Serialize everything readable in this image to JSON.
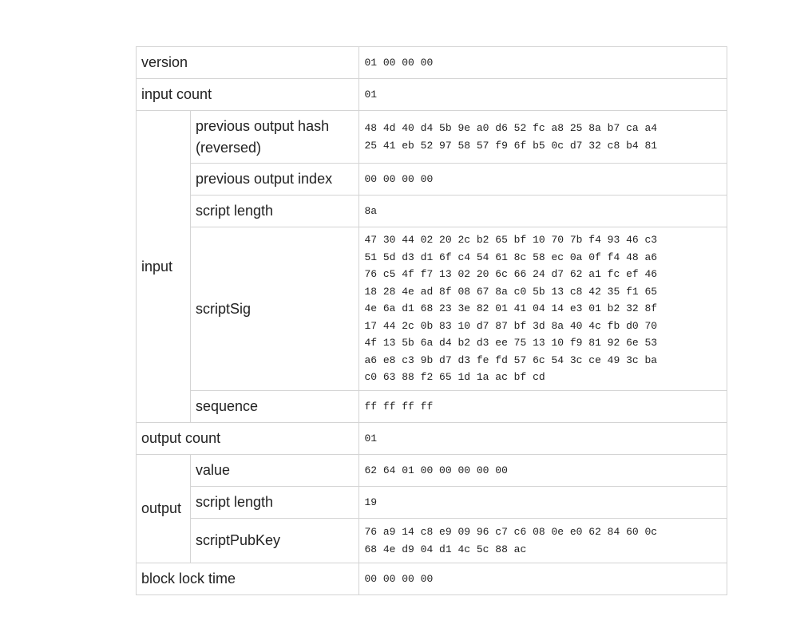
{
  "rows": {
    "version": {
      "label": "version",
      "hex": [
        "01 00 00 00"
      ]
    },
    "input_count": {
      "label": "input count",
      "hex": [
        "01"
      ]
    },
    "input": {
      "label": "input",
      "prev_hash": {
        "label_line1": "previous output hash",
        "label_line2": "(reversed)",
        "hex": [
          "48 4d 40 d4 5b 9e a0 d6 52 fc a8 25 8a b7 ca a4",
          "25 41 eb 52 97 58 57 f9 6f b5 0c d7 32 c8 b4 81"
        ]
      },
      "prev_index": {
        "label": "previous output index",
        "hex": [
          "00 00 00 00"
        ]
      },
      "script_length": {
        "label": "script length",
        "hex": [
          "8a"
        ]
      },
      "script_sig": {
        "label": "scriptSig",
        "hex": [
          "47 30 44 02 20 2c b2 65 bf 10 70 7b f4 93 46 c3",
          "51 5d d3 d1 6f c4 54 61 8c 58 ec 0a 0f f4 48 a6",
          "76 c5 4f f7 13 02 20 6c 66 24 d7 62 a1 fc ef 46",
          "18 28 4e ad 8f 08 67 8a c0 5b 13 c8 42 35 f1 65",
          "4e 6a d1 68 23 3e 82 01 41 04 14 e3 01 b2 32 8f",
          "17 44 2c 0b 83 10 d7 87 bf 3d 8a 40 4c fb d0 70",
          "4f 13 5b 6a d4 b2 d3 ee 75 13 10 f9 81 92 6e 53",
          "a6 e8 c3 9b d7 d3 fe fd 57 6c 54 3c ce 49 3c ba",
          "c0 63 88 f2 65 1d 1a ac bf cd"
        ]
      },
      "sequence": {
        "label": "sequence",
        "hex": [
          "ff ff ff ff"
        ]
      }
    },
    "output_count": {
      "label": "output count",
      "hex": [
        "01"
      ]
    },
    "output": {
      "label": "output",
      "value": {
        "label": "value",
        "hex": [
          "62 64 01 00 00 00 00 00"
        ]
      },
      "script_length": {
        "label": "script length",
        "hex": [
          "19"
        ]
      },
      "script_pubkey": {
        "label": "scriptPubKey",
        "hex": [
          "76 a9 14 c8 e9 09 96 c7 c6 08 0e e0 62 84 60 0c",
          "68 4e d9 04 d1 4c 5c 88 ac"
        ]
      }
    },
    "lock_time": {
      "label": "block lock time",
      "hex": [
        "00 00 00 00"
      ]
    }
  }
}
